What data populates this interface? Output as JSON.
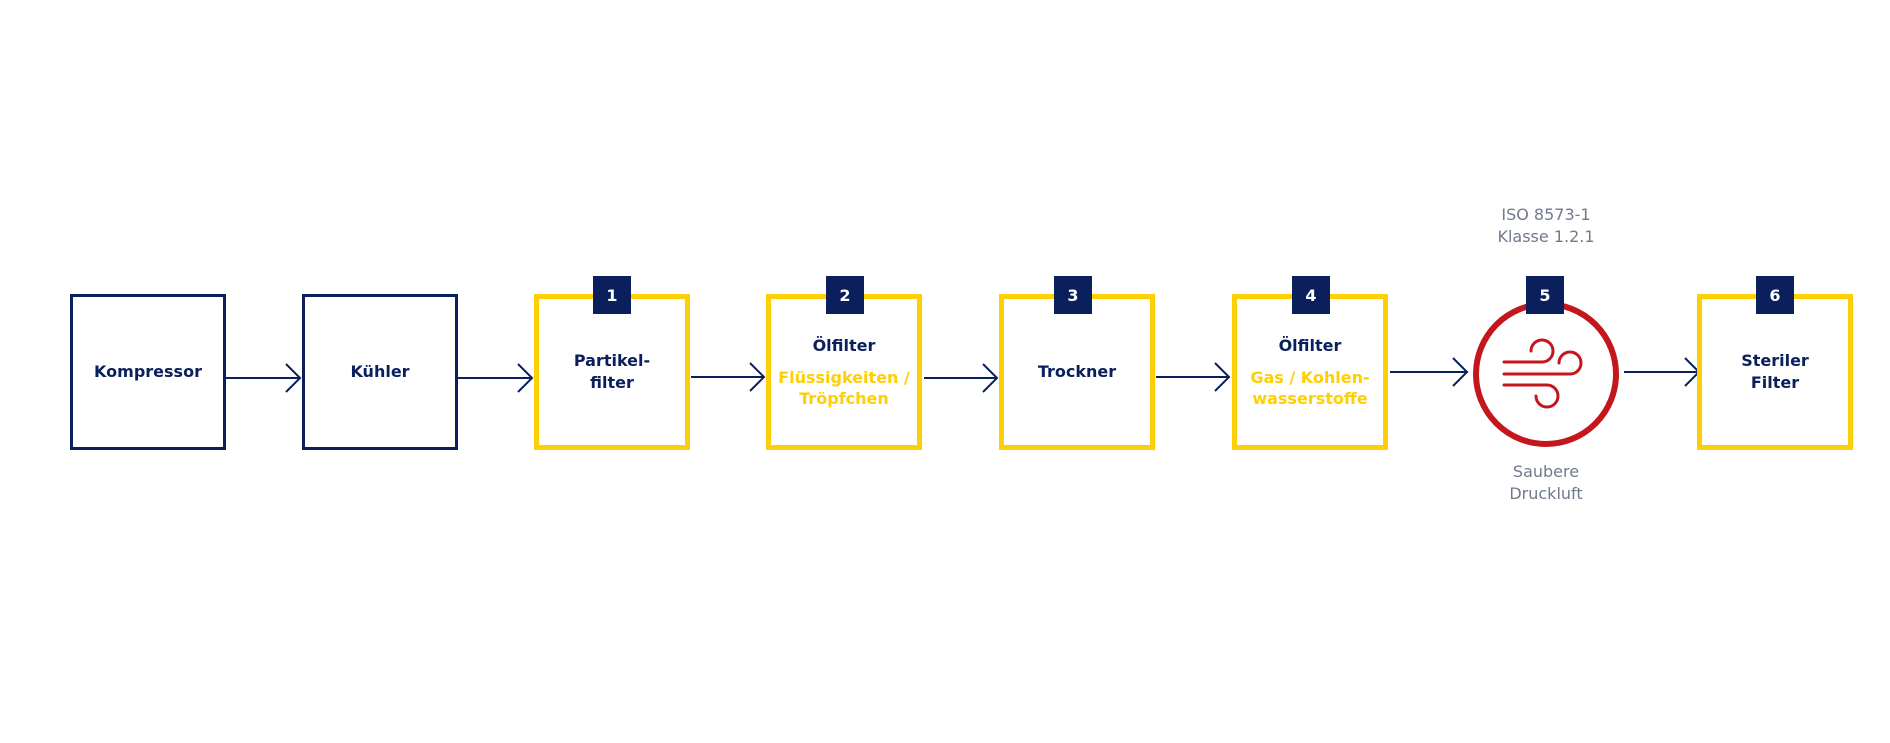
{
  "steps": [
    {
      "label": "Kompressor"
    },
    {
      "label": "Kühler"
    },
    {
      "number": "1",
      "label_lines": [
        "Partikel-",
        "filter"
      ]
    },
    {
      "number": "2",
      "label": "Ölfilter",
      "sub_lines": [
        "Flüssigkeiten /",
        "Tröpfchen"
      ]
    },
    {
      "number": "3",
      "label": "Trockner"
    },
    {
      "number": "4",
      "label": "Ölfilter",
      "sub_lines": [
        "Gas / Kohlen-",
        "wasserstoffe"
      ]
    },
    {
      "number": "5",
      "top_note_lines": [
        "ISO 8573-1",
        "Klasse 1.2.1"
      ],
      "bottom_note_lines": [
        "Saubere",
        "Druckluft"
      ],
      "icon": "wind-icon"
    },
    {
      "number": "6",
      "label_lines": [
        "Steriler",
        "Filter"
      ]
    }
  ],
  "colors": {
    "navy": "#0a1f5c",
    "yellow": "#ffcf06",
    "red": "#c4171d",
    "gray_text": "#707a8c"
  }
}
